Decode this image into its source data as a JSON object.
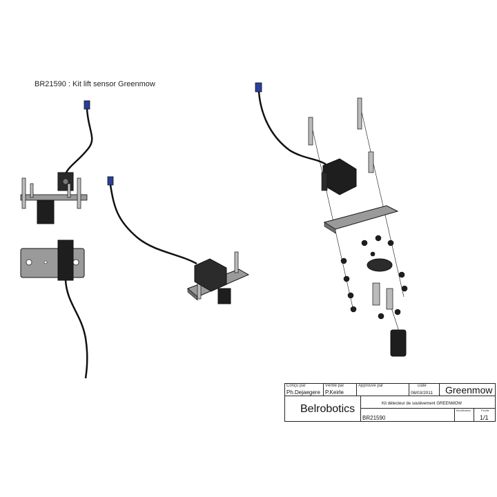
{
  "drawing_title": "BR21590 : Kit lift sensor Greenmow",
  "title_block": {
    "designed_by_label": "Conçu par",
    "designed_by": "Ph.Dejaegere",
    "checked_by_label": "Vérifié par",
    "checked_by": "P.Keirle",
    "approved_by_label": "Approuvé par",
    "date_label": "Date",
    "date": "08/03/2011",
    "product": "Greenmow",
    "company": "Belrobotics",
    "description": "Kit détecteur de soulèvement GREENMOW",
    "part_number": "BR21590",
    "modification_label": "Modification",
    "sheet_label": "Feuille",
    "sheet": "1/1"
  },
  "colors": {
    "line": "#111111",
    "plate": "#9a9a9a",
    "plate_dark": "#6e6e6e",
    "part_dark": "#1e1e1e",
    "connector": "#2a3f9c"
  }
}
